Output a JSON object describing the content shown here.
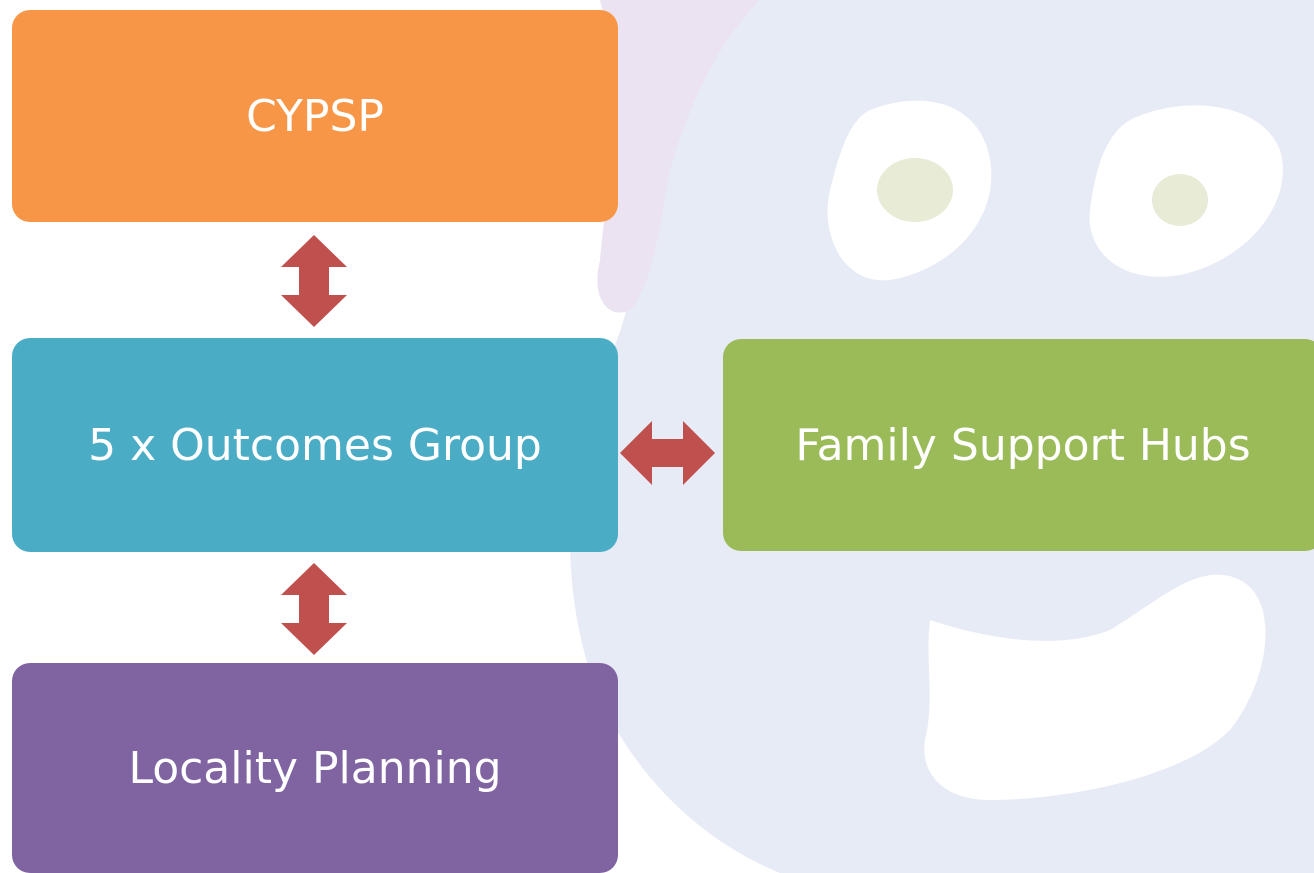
{
  "diagram": {
    "nodes": [
      {
        "id": "cypsp",
        "label": "CYPSP",
        "color": "#f79646"
      },
      {
        "id": "outcomes",
        "label": "5 x Outcomes Group",
        "color": "#4bacc6"
      },
      {
        "id": "hubs",
        "label": "Family Support Hubs",
        "color": "#9bbb59"
      },
      {
        "id": "locality",
        "label": "Locality Planning",
        "color": "#8064a2"
      }
    ],
    "edges": [
      {
        "from": "cypsp",
        "to": "outcomes",
        "direction": "bidirectional"
      },
      {
        "from": "outcomes",
        "to": "hubs",
        "direction": "bidirectional"
      },
      {
        "from": "outcomes",
        "to": "locality",
        "direction": "bidirectional"
      }
    ],
    "connector_color": "#c0504d",
    "background_watermark": "face-illustration"
  }
}
